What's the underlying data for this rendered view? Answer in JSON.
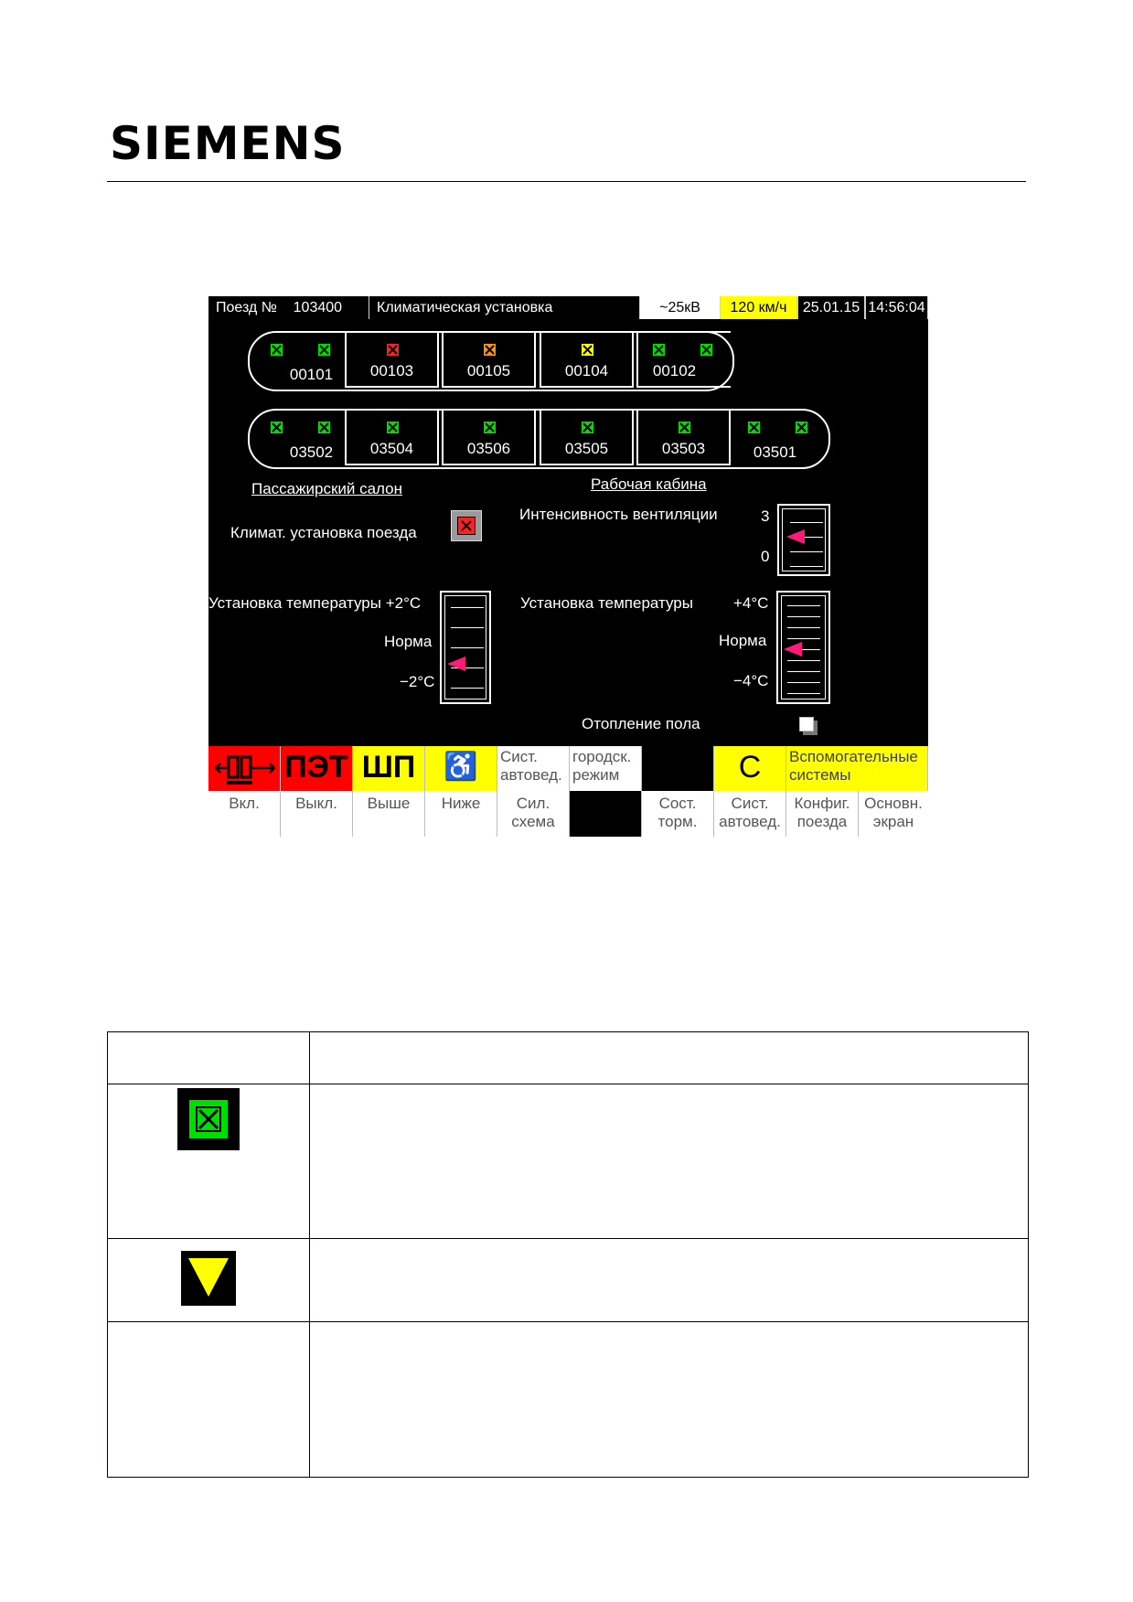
{
  "doc": {
    "logo": "SIEMENS"
  },
  "status_bar": {
    "train_label": "Поезд №",
    "train_no": "103400",
    "screen_title": "Климатическая установка",
    "voltage": "~25кВ",
    "speed": "120 км/ч",
    "date": "25.01.15",
    "time": "14:56:04"
  },
  "cars_row1": [
    {
      "id": "00101",
      "status": [
        "green",
        "green"
      ]
    },
    {
      "id": "00103",
      "status": [
        "red"
      ]
    },
    {
      "id": "00105",
      "status": [
        "orange"
      ]
    },
    {
      "id": "00104",
      "status": [
        "yellow"
      ]
    },
    {
      "id": "00102",
      "status": [
        "green",
        "green"
      ]
    }
  ],
  "cars_row2": [
    {
      "id": "03502",
      "status": [
        "green",
        "green"
      ]
    },
    {
      "id": "03504",
      "status": [
        "green"
      ]
    },
    {
      "id": "03506",
      "status": [
        "green"
      ]
    },
    {
      "id": "03505",
      "status": [
        "green"
      ]
    },
    {
      "id": "03503",
      "status": [
        "green"
      ]
    },
    {
      "id": "03501",
      "status": [
        "green",
        "green"
      ]
    }
  ],
  "status_colors": {
    "green": "#00dd00",
    "red": "#ff2020",
    "orange": "#ff9000",
    "yellow": "#ffff00"
  },
  "panel": {
    "passenger_link": "Пассажирский салон",
    "cab_link": "Рабочая кабина",
    "climate_label": "Климат. установка поезда",
    "vent_label": "Интенсивность вентиляции",
    "vent_max": "3",
    "vent_min": "0",
    "temp_left_label": "Установка температуры",
    "temp_left_max": "+2°C",
    "temp_left_norm": "Норма",
    "temp_left_min": "−2°C",
    "temp_right_label": "Установка температуры",
    "temp_right_max": "+4°C",
    "temp_right_norm": "Норма",
    "temp_right_min": "−4°C",
    "floor_heating_label": "Отопление пола"
  },
  "levels": {
    "vent": 2,
    "temp_left": -0.5,
    "temp_right": 0
  },
  "function_keys_top": {
    "pet": "ПЭТ",
    "shp": "ШП",
    "wheelchair_icon": "♿",
    "sys_atp": [
      "Сист.",
      "автовед."
    ],
    "city_mode": [
      "городск.",
      "режим"
    ],
    "c": "С",
    "aux": [
      "Вспомогательные",
      "системы"
    ]
  },
  "function_keys_bottom": {
    "on": "Вкл.",
    "off": "Выкл.",
    "up": "Выше",
    "down": "Ниже",
    "power": [
      "Сил.",
      "схема"
    ],
    "brake": [
      "Сост.",
      "торм."
    ],
    "atp": [
      "Сист.",
      "автовед."
    ],
    "config": [
      "Конфиг.",
      "поезда"
    ],
    "main": [
      "Основн.",
      "экран"
    ]
  },
  "legend": {
    "rows": [
      {
        "icon": "green-status-icon"
      },
      {
        "icon": "yellow-triangle-icon"
      },
      {
        "icon": ""
      }
    ]
  }
}
